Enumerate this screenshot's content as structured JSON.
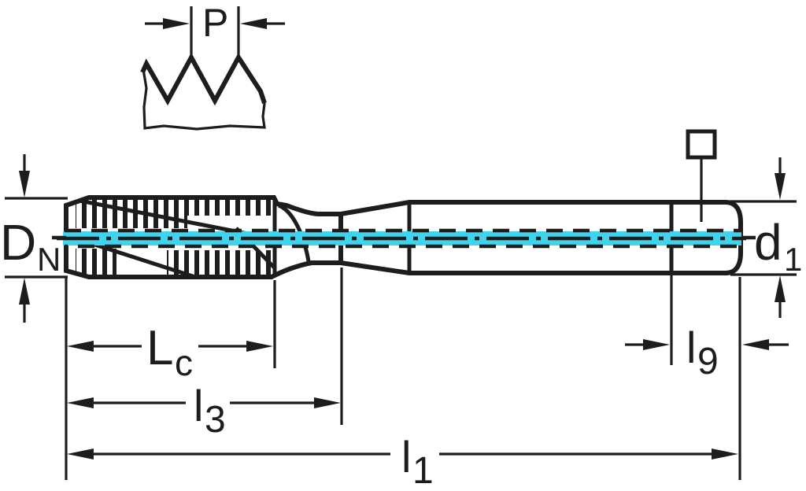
{
  "meta": {
    "description": "Technical dimension drawing of a machine tap (thread-cutting tool), side view with thread pitch detail view",
    "background": "#ffffff"
  },
  "colors": {
    "outline": "#1d1d1b",
    "body_fill": "#d9dcdd",
    "centerline_highlight": "#3fd3ee",
    "text": "#1d1d1b",
    "symbol_fill": "#ffffff"
  },
  "labels": {
    "P": {
      "base": "P",
      "sub": ""
    },
    "DN": {
      "base": "D",
      "sub": "N"
    },
    "d1": {
      "base": "d",
      "sub": "1"
    },
    "Lc": {
      "base": "L",
      "sub": "c"
    },
    "l3": {
      "base": "l",
      "sub": "3"
    },
    "l1": {
      "base": "l",
      "sub": "1"
    },
    "l9": {
      "base": "l",
      "sub": "9"
    }
  },
  "symbols": {
    "square_drive": "square"
  }
}
